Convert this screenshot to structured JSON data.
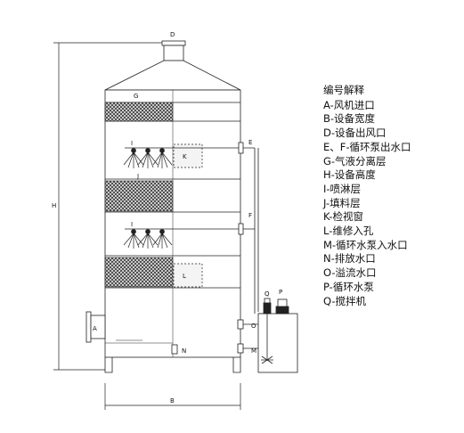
{
  "diagram_labels": {
    "D": "D",
    "G": "G",
    "H": "H",
    "I1": "I",
    "I2": "I",
    "J": "J",
    "K": "K",
    "L": "L",
    "E": "E",
    "F": "F",
    "A": "A",
    "B": "B",
    "N": "N",
    "O": "O",
    "M": "M",
    "P": "P",
    "Q": "Q"
  },
  "legend": {
    "title": "编号解释",
    "items": [
      "A-风机进口",
      "B-设备宽度",
      "D-设备出风口",
      "E、F-循环泵出水口",
      "G-气液分离层",
      "H-设备高度",
      "I-喷淋层",
      "J-填料层",
      "K-检视窗",
      "L-维修入孔",
      "M-循环水泵入水口",
      "N-排放水口",
      "O-溢流水口",
      "P-循环水泵",
      "Q-搅拌机"
    ]
  }
}
